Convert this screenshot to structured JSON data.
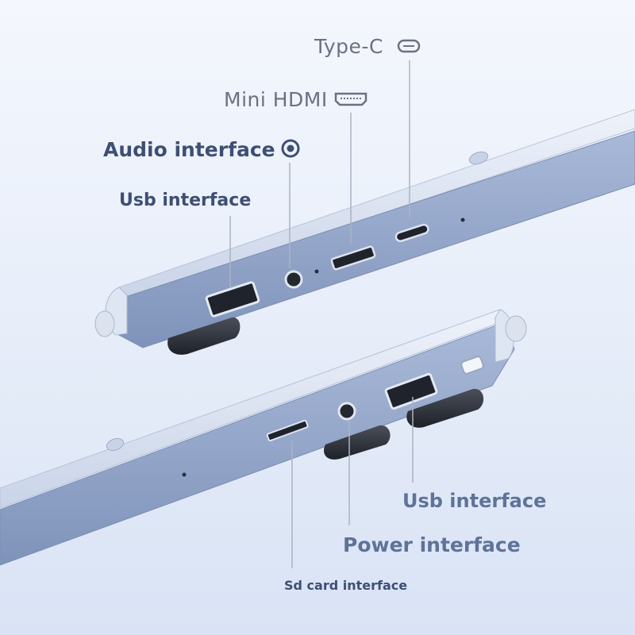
{
  "labels": {
    "type_c": "Type-C",
    "mini_hdmi": "Mini HDMI",
    "audio": "Audio interface",
    "usb_top": "Usb interface",
    "usb_bottom": "Usb interface",
    "power": "Power interface",
    "sd_card": "Sd card interface"
  },
  "colors": {
    "label_dark": "#3e4f74",
    "label_light": "#6a7282",
    "body_metal": "#8fa3c7",
    "leader_line": "#aab3c4"
  }
}
